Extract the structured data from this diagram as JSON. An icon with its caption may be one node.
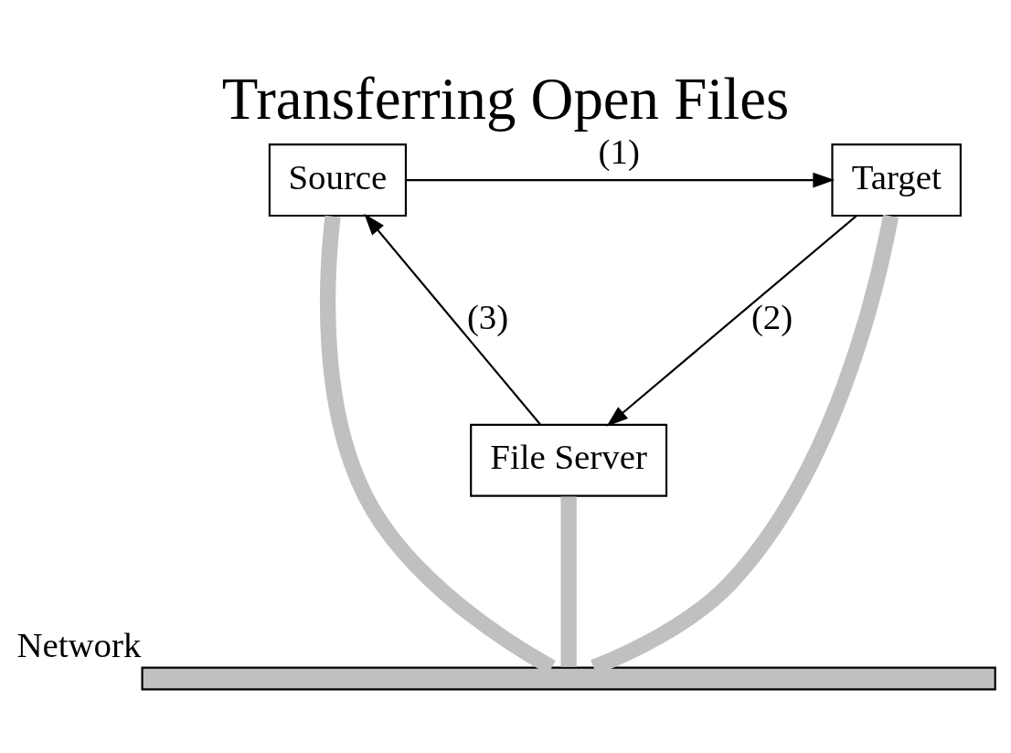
{
  "diagram": {
    "title": "Transferring Open Files",
    "nodes": [
      {
        "text": [
          "Source"
        ]
      },
      {
        "text": [
          "Target"
        ]
      },
      {
        "text": [
          "File Server"
        ]
      },
      {
        "text": [],
        "shape": "bar",
        "beside": [
          "Network"
        ]
      }
    ],
    "edges": [
      {
        "from": 0,
        "to": 1,
        "arrow": "to",
        "label": "(1)"
      },
      {
        "from": 1,
        "to": 2,
        "arrow": "to",
        "label": "(2)"
      },
      {
        "from": 2,
        "to": 0,
        "arrow": "to",
        "label": "(3)"
      },
      {
        "from": 0,
        "to": 3,
        "arrow": "none",
        "style": "thick",
        "color": "#c0c0c0"
      },
      {
        "from": 1,
        "to": 3,
        "arrow": "none",
        "style": "thick",
        "color": "#c0c0c0"
      },
      {
        "from": 2,
        "to": 3,
        "arrow": "none",
        "style": "thick",
        "color": "#c0c0c0"
      }
    ]
  }
}
